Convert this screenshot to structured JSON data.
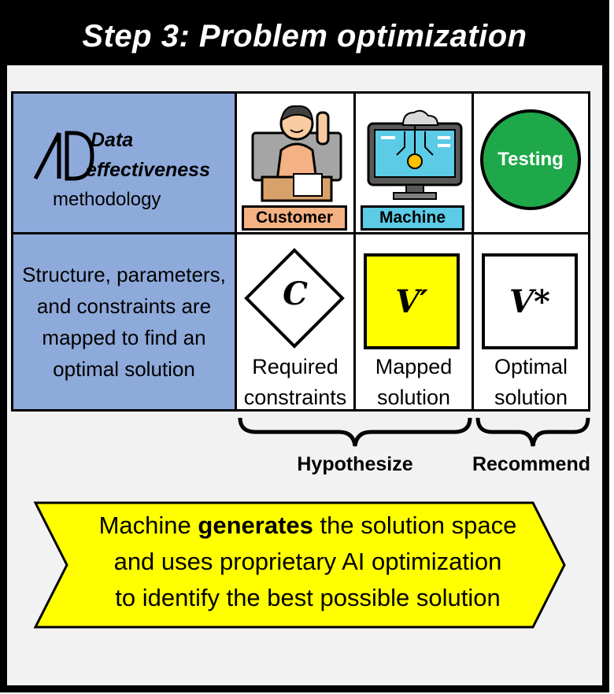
{
  "title": "Step 3: Problem optimization",
  "method": {
    "logo_text": "AD",
    "word1": "Data",
    "word2": "effectiveness",
    "word3": "methodology"
  },
  "description": "Structure, parameters, and constraints are mapped to find an optimal solution",
  "actors": [
    {
      "label": "Customer",
      "color": "#f4b183"
    },
    {
      "label": "Machine",
      "color": "#5bcbe6"
    },
    {
      "label": "Testing",
      "color": "#1ea84a"
    }
  ],
  "solutions": [
    {
      "symbol": "C",
      "caption_line1": "Required",
      "caption_line2": "constraints"
    },
    {
      "symbol": "V′",
      "caption_line1": "Mapped",
      "caption_line2": "solution",
      "fill": "#ffff00"
    },
    {
      "symbol": "V*",
      "caption_line1": "Optimal",
      "caption_line2": "solution"
    }
  ],
  "braces": {
    "hypothesize": "Hypothesize",
    "recommend": "Recommend"
  },
  "banner": {
    "line1_a": "Machine ",
    "line1_bold": "generates",
    "line1_b": " the solution space",
    "line2": "and uses proprietary AI optimization",
    "line3": "to identify the best possible solution",
    "fill": "#ffff00"
  }
}
